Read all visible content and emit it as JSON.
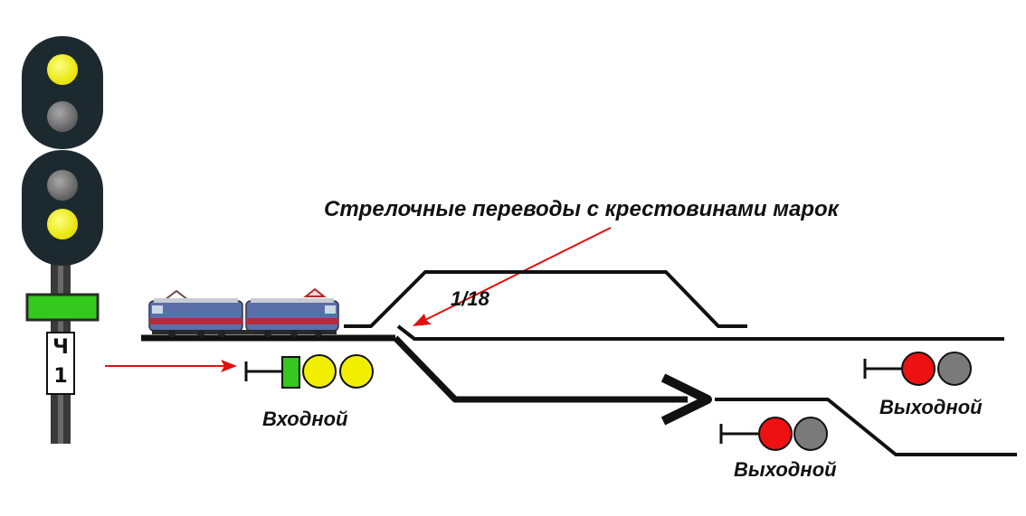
{
  "diagram": {
    "heading": "Стрелочные переводы с крестовинами марок",
    "frog_ratio": "1/18",
    "entry_signal_label": "Входной",
    "exit_signal_label": "Выходной",
    "mast_plate": [
      "Ч",
      "1"
    ]
  },
  "colors": {
    "lamp_yellow": "#f2ee00",
    "lamp_off": "#7a7a7a",
    "lamp_red": "#ee1111",
    "lamp_green": "#35c81e",
    "signal_head": "#1c2a30",
    "track": "#111111",
    "pointer_arrow": "#e01010"
  },
  "signal_aspect": {
    "head_1": [
      "yellow",
      "off"
    ],
    "head_2": [
      "off",
      "yellow"
    ]
  }
}
